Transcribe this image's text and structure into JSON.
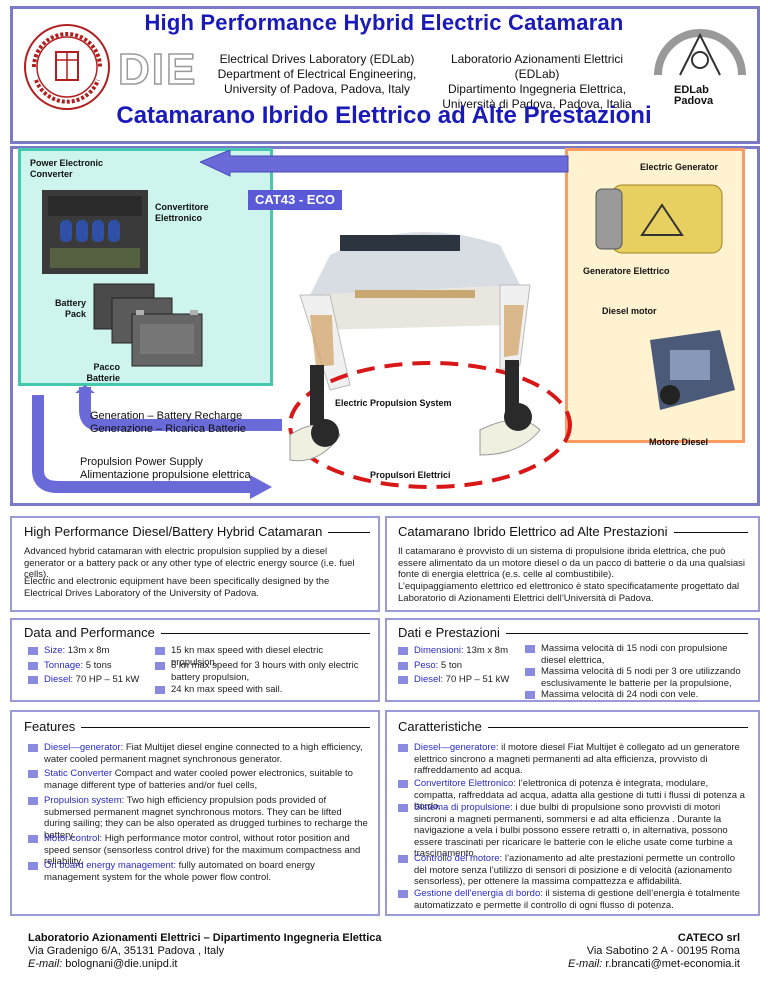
{
  "header": {
    "title": "High Performance Hybrid Electric Catamaran",
    "subtitle": "Catamarano Ibrido Elettrico ad Alte Prestazioni",
    "affil_en": [
      "Electrical Drives Laboratory (EDLab)",
      "Department of Electrical Engineering,",
      "University of Padova, Padova, Italy"
    ],
    "affil_it": [
      "Laboratorio Azionamenti Elettrici (EDLab)",
      "Dipartimento Ingegneria Elettrica,",
      "Università di Padova, Padova, Italia"
    ],
    "logo_die": "DIE",
    "logo_edlab": [
      "EDLab",
      "Padova"
    ]
  },
  "diagram": {
    "power_converter": [
      "Power Electronic",
      "Converter"
    ],
    "convertitore": [
      "Convertitore",
      "Elettronico"
    ],
    "battery_pack": [
      "Battery",
      "Pack"
    ],
    "pacco_batterie": [
      "Pacco",
      "Batterie"
    ],
    "cat_tag": "CAT43 - ECO",
    "electric_generator": "Electric Generator",
    "generatore": "Generatore Elettrico",
    "diesel_motor": "Diesel motor",
    "motore_diesel": "Motore Diesel",
    "electric_propulsion": "Electric Propulsion System",
    "propulsori": "Propulsori Elettrici",
    "generation": [
      "Generation – Battery Recharge",
      "Generazione – Ricarica Batterie"
    ],
    "propulsion_supply": [
      "Propulsion Power Supply",
      "Alimentazione propulsione elettrica"
    ]
  },
  "sections": {
    "hp_title": "High Performance Diesel/Battery Hybrid Catamaran",
    "hp_p1": "Advanced hybrid catamaran with electric propulsion supplied by a diesel generator or a battery pack or any other type of electric energy source (i.e. fuel cells).",
    "hp_p2": "Electric and electronic equipment have been specifically designed  by the Electrical Drives  Laboratory of the University of Padova.",
    "it_title": "Catamarano Ibrido Elettrico ad Alte Prestazioni",
    "it_p1": "Il catamarano è provvisto di un sistema di propulsione ibrida elettrica, che può essere alimentato da un motore diesel o da un pacco di batterie o da una qualsiasi fonte di energia elettrica (e.s. celle al combustibile).",
    "it_p2": "L’equipaggiamento elettrico ed elettronico è stato specificatamente progettato dal Laboratorio di Azionamenti  Elettrici dell’Università di Padova.",
    "data_title": "Data and Performance",
    "data_left": [
      {
        "k": "Size:",
        "v": " 13m x 8m"
      },
      {
        "k": "Tonnage:",
        "v": " 5 tons"
      },
      {
        "k": "Diesel:",
        "v": " 70 HP – 51 kW"
      }
    ],
    "data_right": [
      "15 kn max speed with diesel electric propulsion,",
      "5 kn max speed  for 3 hours with only electric battery propulsion,",
      "24 kn max speed with sail."
    ],
    "dati_title": "Dati e Prestazioni",
    "dati_left": [
      {
        "k": "Dimensioni:",
        "v": " 13m x 8m"
      },
      {
        "k": "Peso:",
        "v": " 5 ton"
      },
      {
        "k": "Diesel:",
        "v": " 70 HP – 51 kW"
      }
    ],
    "dati_right": [
      "Massima velocità di 15 nodi con propulsione diesel elettrica,",
      "Massima velocità di 5 nodi per 3 ore utilizzando esclusivamente le batterie per la propulsione,",
      "Massima velocità di 24 nodi con vele."
    ],
    "feat_title": "Features",
    "features": [
      {
        "k": "Diesel—generator:",
        "v": " Fiat Multijet diesel engine connected to a high efficiency, water cooled permanent magnet synchronous generator."
      },
      {
        "k": "Static Converter",
        "v": "  Compact and water cooled power electronics, suitable to manage different type of batteries and/or fuel cells,"
      },
      {
        "k": "Propulsion system:",
        "v": " Two high efficiency  propulsion pods provided of submersed permanent magnet synchronous motors. They can be lifted during sailing; they can be also operated as drugged turbines to recharge the battery."
      },
      {
        "k": "Motor control:",
        "v": " High performance motor control, without rotor position and speed sensor (sensorless control drive) for the maximum compactness and  reliability."
      },
      {
        "k": "On board energy management:",
        "v": " fully automated  on board energy management system  for the whole power flow  control."
      }
    ],
    "car_title": "Caratteristiche",
    "caratteristiche": [
      {
        "k": "Diesel—generatore:",
        "v": " il motore diesel Fiat Multijet è collegato ad un generatore elettrico sincrono a magneti permanenti ad alta efficienza, provvisto di raffreddamento ad acqua."
      },
      {
        "k": "Convertitore Elettronico:",
        "v": " l’elettronica di potenza è  integrata, modulare,  compatta, raffreddata ad acqua, adatta alla gestione di tutti i flussi di potenza a bordo."
      },
      {
        "k": "Sistema di propulsione:",
        "v": " i due bulbi di propulsione sono provvisti di  motori sincroni a magneti permanenti, sommersi e ad alta efficienza . Durante la navigazione a vela i bulbi possono essere retratti o, in alternativa, possono essere trascinati per ricaricare le batterie con le eliche usate come turbine a trascinamento."
      },
      {
        "k": "Controllo del motore:",
        "v": " l’azionamento ad alte prestazioni permette un controllo del motore senza l’utilizzo di sensori di posizione e di velocità (azionamento sensorless), per ottenere la massima compattezza e affidabilità."
      },
      {
        "k": "Gestione dell’energia di bordo:",
        "v": " il sistema di gestione dell’energia è totalmente automatizzato e permette il controllo di ogni flusso di potenza."
      }
    ]
  },
  "footer": {
    "left_title": "Laboratorio Azionamenti Elettrici – Dipartimento Ingegneria Elettica",
    "left_addr": "Via Gradenigo 6/A, 35131 Padova , Italy",
    "left_email_label": "E-mail:",
    "left_email": " bolognani@die.unipd.it",
    "right_title": "CATECO srl",
    "right_addr": "Via Sabotino 2 A - 00195 Roma",
    "right_email_label": "E-mail:",
    "right_email": " r.brancati@met-economia.it"
  },
  "colors": {
    "title_blue": "#1a1ab8",
    "frame": "#7a7ac8",
    "teal_panel": "#cdf5ee",
    "orange_panel": "#fff2d0",
    "red_dash": "#d81818"
  }
}
